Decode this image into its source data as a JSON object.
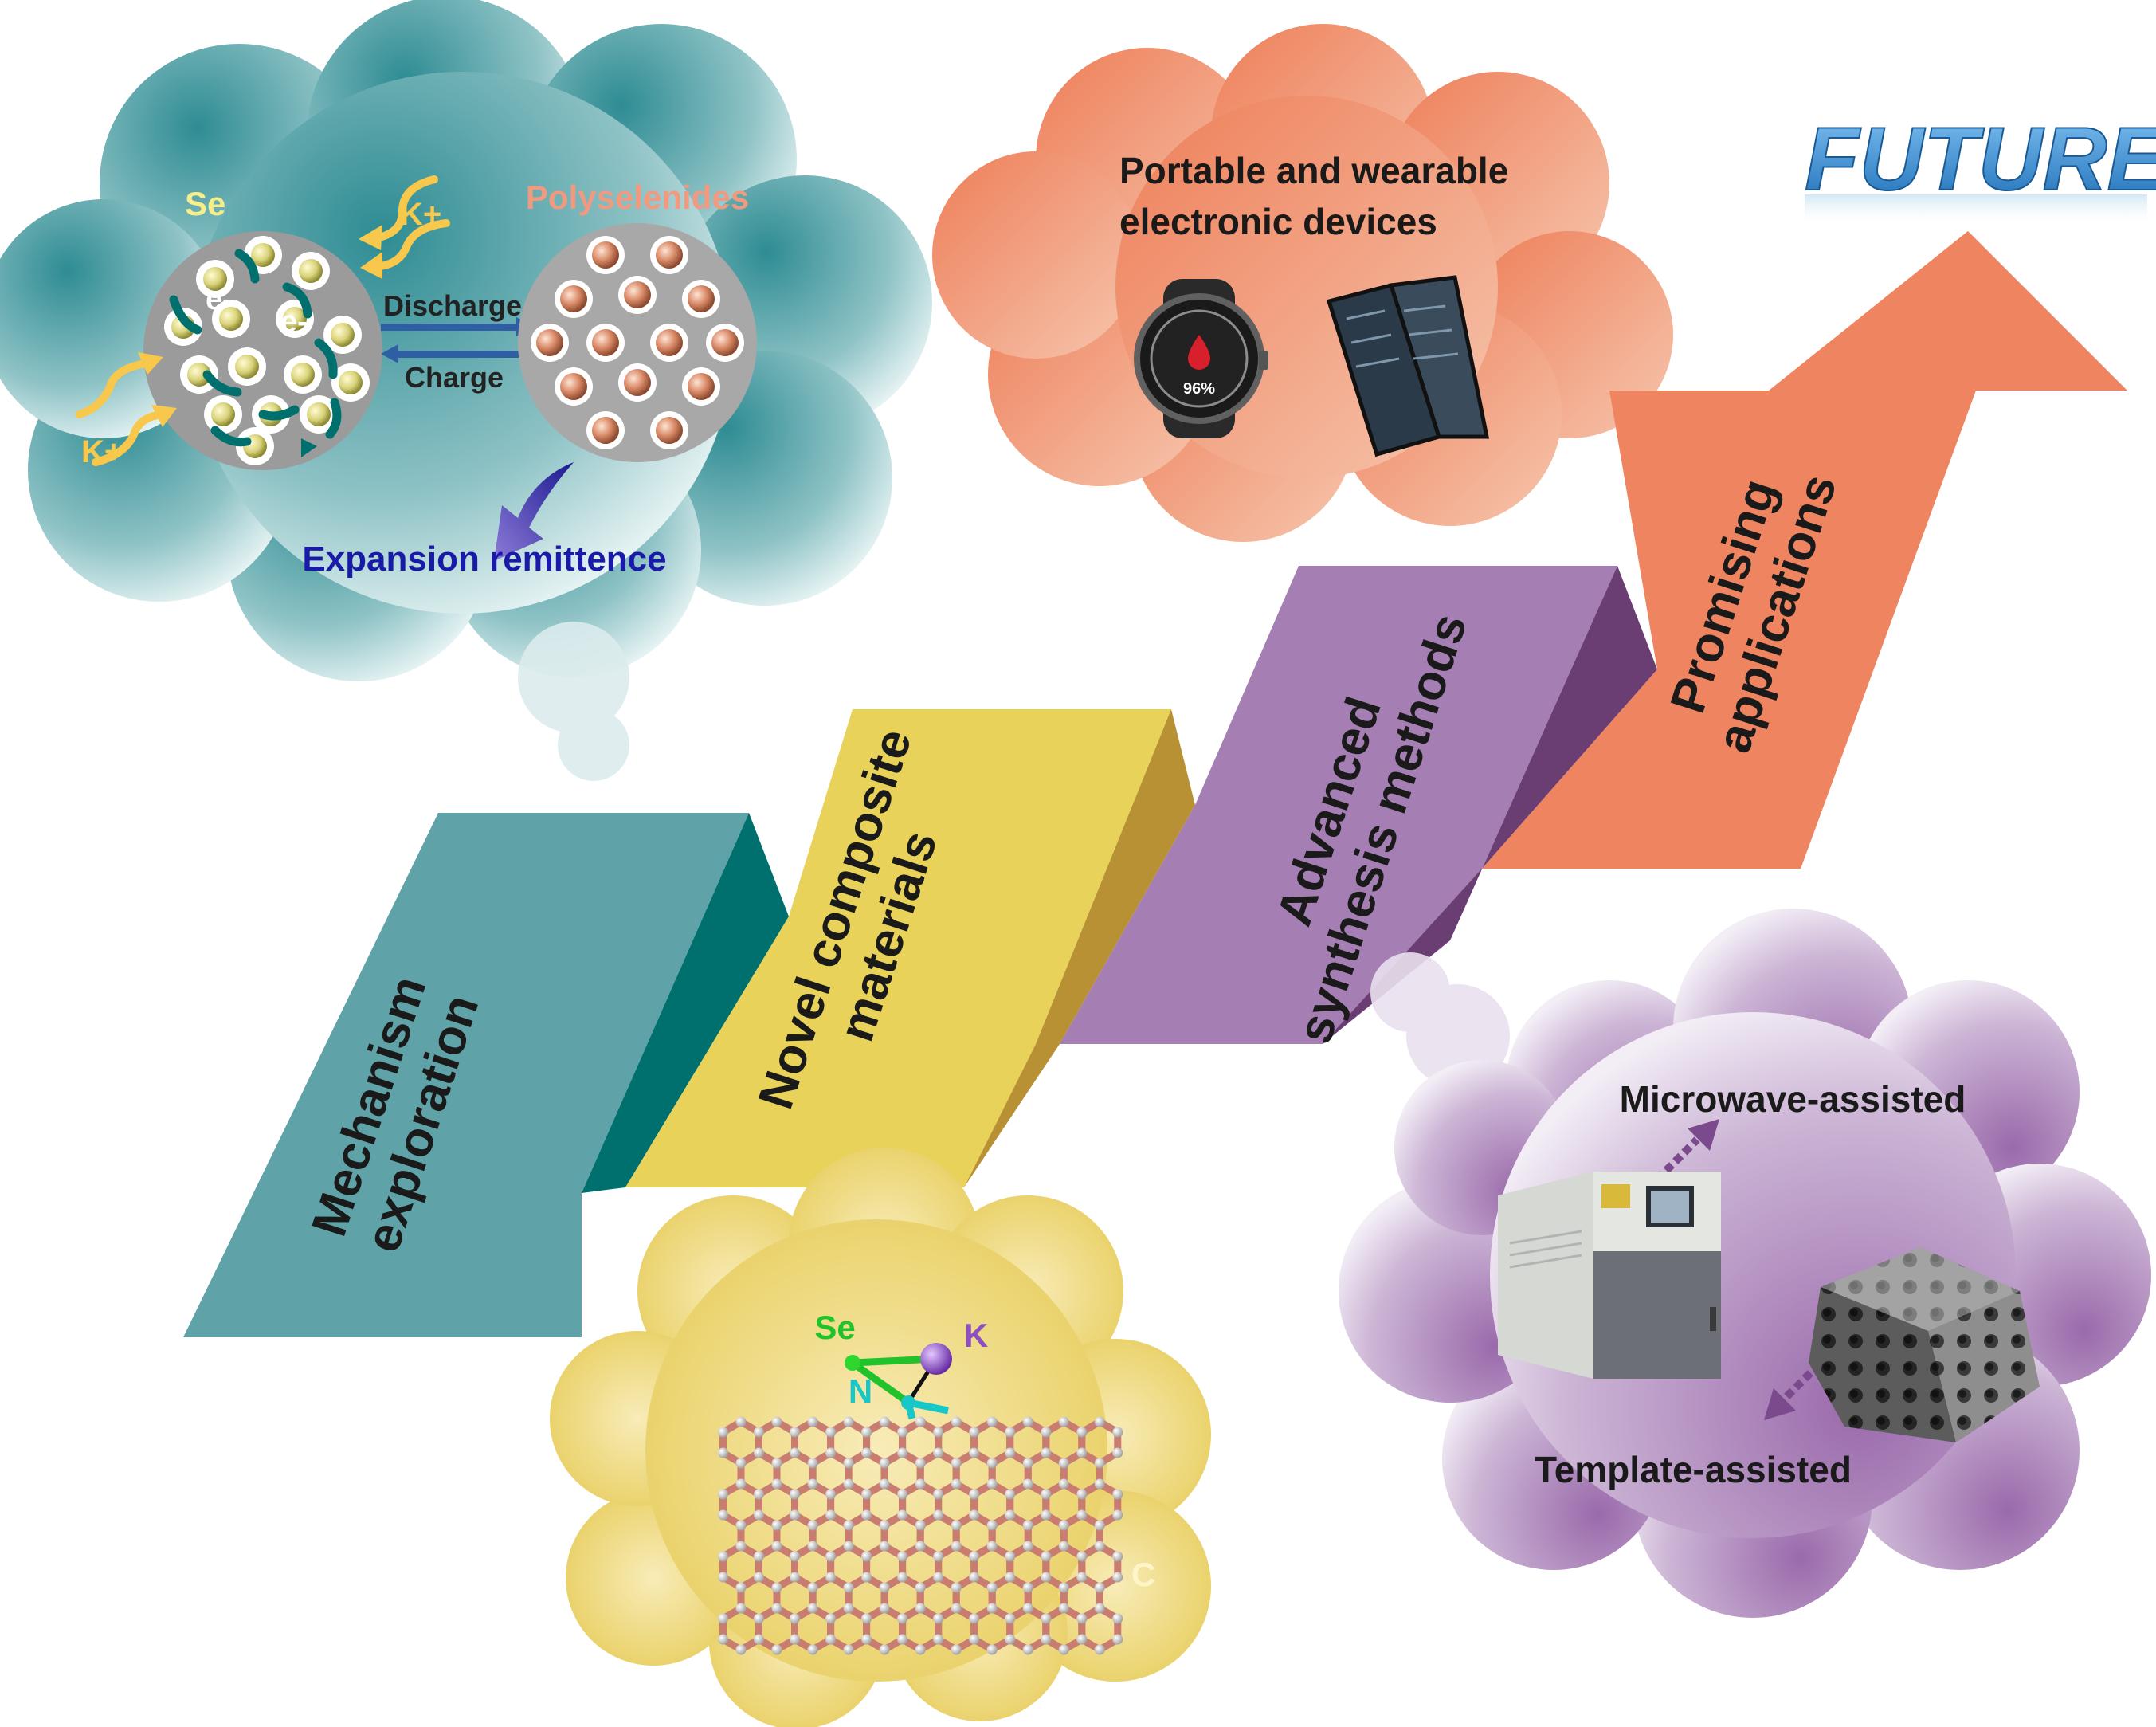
{
  "future": "FUTURE",
  "steps": {
    "mechanism": [
      "Mechanism",
      "exploration"
    ],
    "composite": [
      "Novel composite",
      "materials"
    ],
    "synthesis": [
      "Advanced",
      "synthesis methods"
    ],
    "applications": [
      "Promising",
      "applications"
    ]
  },
  "mechanism_bubble": {
    "se": "Se",
    "polyselenides": "Polyselenides",
    "discharge": "Discharge",
    "charge": "Charge",
    "k_plus_1": "K+",
    "k_plus_2": "K+",
    "electron_1": "e-",
    "electron_2": "e-",
    "expansion": "Expansion remittence"
  },
  "devices_bubble": {
    "title": [
      "Portable and wearable",
      "electronic devices"
    ],
    "watch_readout": "96%"
  },
  "synthesis_bubble": {
    "microwave": "Microwave-assisted",
    "template": "Template-assisted"
  },
  "materials_bubble": {
    "se": "Se",
    "k": "K",
    "n": "N",
    "c": "C"
  },
  "colors": {
    "teal": "#5fa3a9",
    "teal_dark": "#00706f",
    "yellow": "#e8d25a",
    "yellow_dark": "#b89134",
    "purple": "#a57fb3",
    "purple_dark": "#6a3d73",
    "orange": "#ee8460",
    "future_blue": "#3d8fd4",
    "expansion_blue": "#1a1aa8",
    "polyselenide_text": "#f19a80"
  }
}
